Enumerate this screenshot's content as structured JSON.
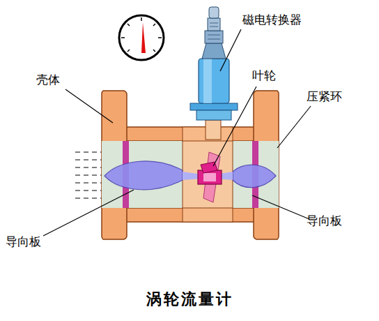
{
  "diagram": {
    "caption": "涡轮流量计",
    "labels": [
      "磁电转换器",
      "叶轮",
      "壳体",
      "压紧环",
      "导向板",
      "导向板"
    ]
  }
}
